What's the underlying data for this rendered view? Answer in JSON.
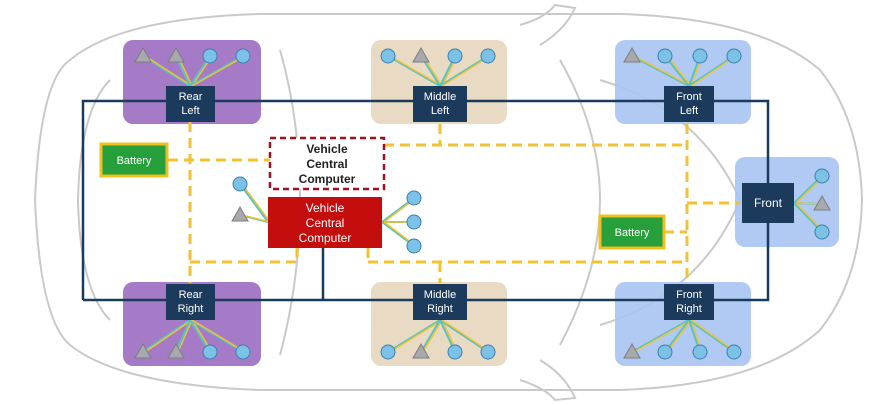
{
  "zones": {
    "rear_left": {
      "line1": "Rear",
      "line2": "Left"
    },
    "middle_left": {
      "line1": "Middle",
      "line2": "Left"
    },
    "front_left": {
      "line1": "Front",
      "line2": "Left"
    },
    "front": {
      "line1": "Front"
    },
    "rear_right": {
      "line1": "Rear",
      "line2": "Right"
    },
    "middle_right": {
      "line1": "Middle",
      "line2": "Right"
    },
    "front_right": {
      "line1": "Front",
      "line2": "Right"
    }
  },
  "computers": {
    "primary": {
      "line1": "Vehicle",
      "line2": "Central",
      "line3": "Computer"
    },
    "secondary": {
      "line1": "Vehicle",
      "line2": "Central",
      "line3": "Computer"
    }
  },
  "batteries": {
    "rear": {
      "label": "Battery"
    },
    "front": {
      "label": "Battery"
    }
  },
  "colors": {
    "zone_controller": "#1b3a5c",
    "rear_region": "#9b6bc0",
    "middle_region": "#e7d6be",
    "front_region": "#a9c4f2",
    "computer_primary": "#c40d0d",
    "computer_backup_border": "#a01020",
    "battery_fill": "#27a03c",
    "battery_border": "#f0c020",
    "power_line": "#f2c230",
    "data_line": "#1b3a5c",
    "sensor_line": "#56c3c8",
    "sensor_circle": "#7cc2e6",
    "sensor_triangle": "#a7a9ac"
  },
  "legend_icons": [
    "sensor-circle-icon",
    "sensor-triangle-icon"
  ]
}
